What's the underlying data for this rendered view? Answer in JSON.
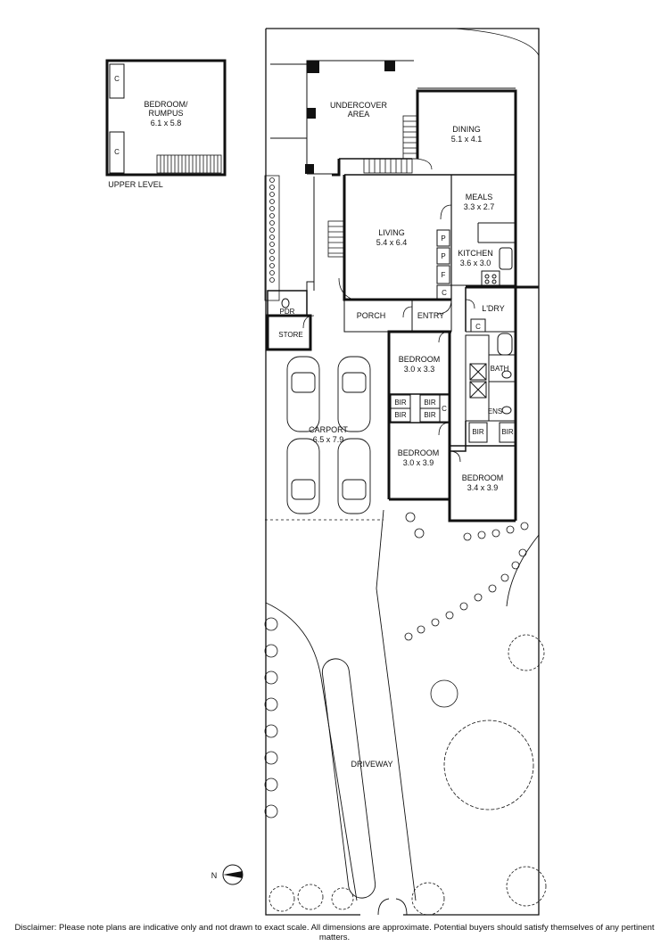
{
  "upper": {
    "room": "BEDROOM/",
    "room2": "RUMPUS",
    "dims": "6.1 x 5.8",
    "closet": "C",
    "level_label": "UPPER LEVEL"
  },
  "rooms": {
    "undercover": "UNDERCOVER",
    "undercover2": "AREA",
    "dining": "DINING",
    "dining_dims": "5.1 x 4.1",
    "meals": "MEALS",
    "meals_dims": "3.3 x 2.7",
    "living": "LIVING",
    "living_dims": "5.4 x 6.4",
    "kitchen": "KITCHEN",
    "kitchen_dims": "3.6 x 3.0",
    "pantry": "P",
    "fridge": "F",
    "closet": "C",
    "laundry": "L'DRY",
    "porch": "PORCH",
    "entry": "ENTRY",
    "pdr": "PDR",
    "store": "STORE",
    "bed1": "BEDROOM",
    "bed1_dims": "3.0 x 3.3",
    "bir": "BIR",
    "bath": "BATH",
    "ens": "ENS",
    "carport": "CARPORT",
    "carport_dims": "6.5 x 7.9",
    "bed2": "BEDROOM",
    "bed2_dims": "3.0 x 3.9",
    "bed3": "BEDROOM",
    "bed3_dims": "3.4 x 3.9",
    "driveway": "DRIVEWAY"
  },
  "compass": {
    "label": "N"
  },
  "disclaimer": "Disclaimer: Please note plans are indicative only and not drawn to exact scale. All dimensions are approximate. Potential buyers should satisfy themselves of any pertinent matters."
}
